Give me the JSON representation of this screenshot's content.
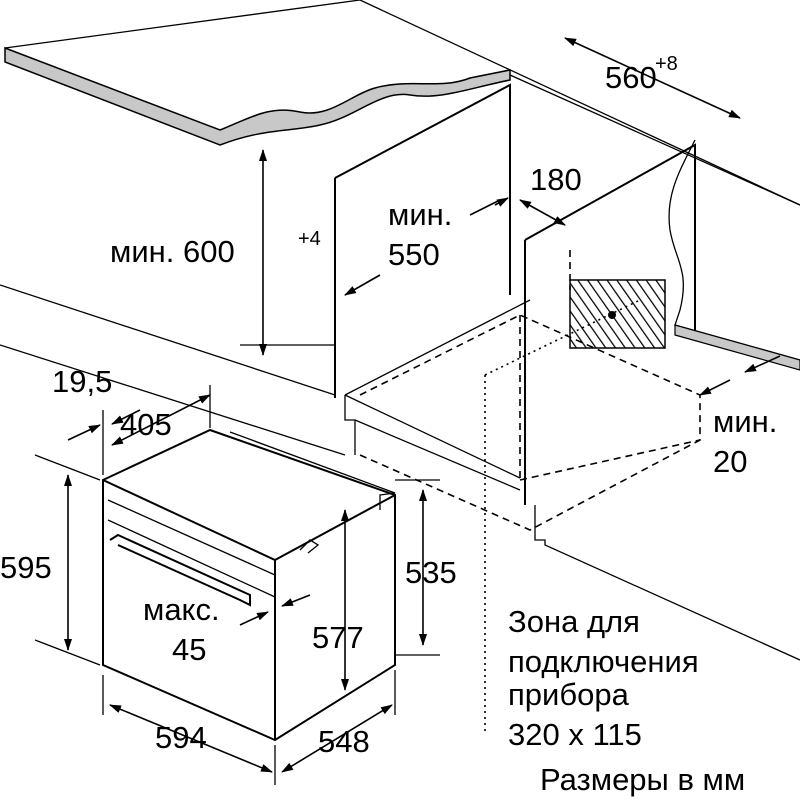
{
  "dimensions": {
    "niche_width": "560",
    "niche_width_tol": "+8",
    "rear_gap": "180",
    "niche_depth_label": "мин.",
    "niche_depth": "550",
    "niche_height_label": "мин. 600",
    "niche_height_tol": "+4",
    "frame_thickness": "19,5",
    "oven_top_depth": "405",
    "oven_front_height": "595",
    "oven_body_height": "535",
    "handle_label": "макс.",
    "handle_value": "45",
    "oven_inner_height": "577",
    "bottom_gap_label": "мин.",
    "bottom_gap": "20",
    "oven_width": "594",
    "oven_depth": "548"
  },
  "connection_zone": {
    "line1": "Зона для",
    "line2": "подключения",
    "line3": "прибора",
    "line4": "320 x 115"
  },
  "units_note": "Размеры в мм"
}
